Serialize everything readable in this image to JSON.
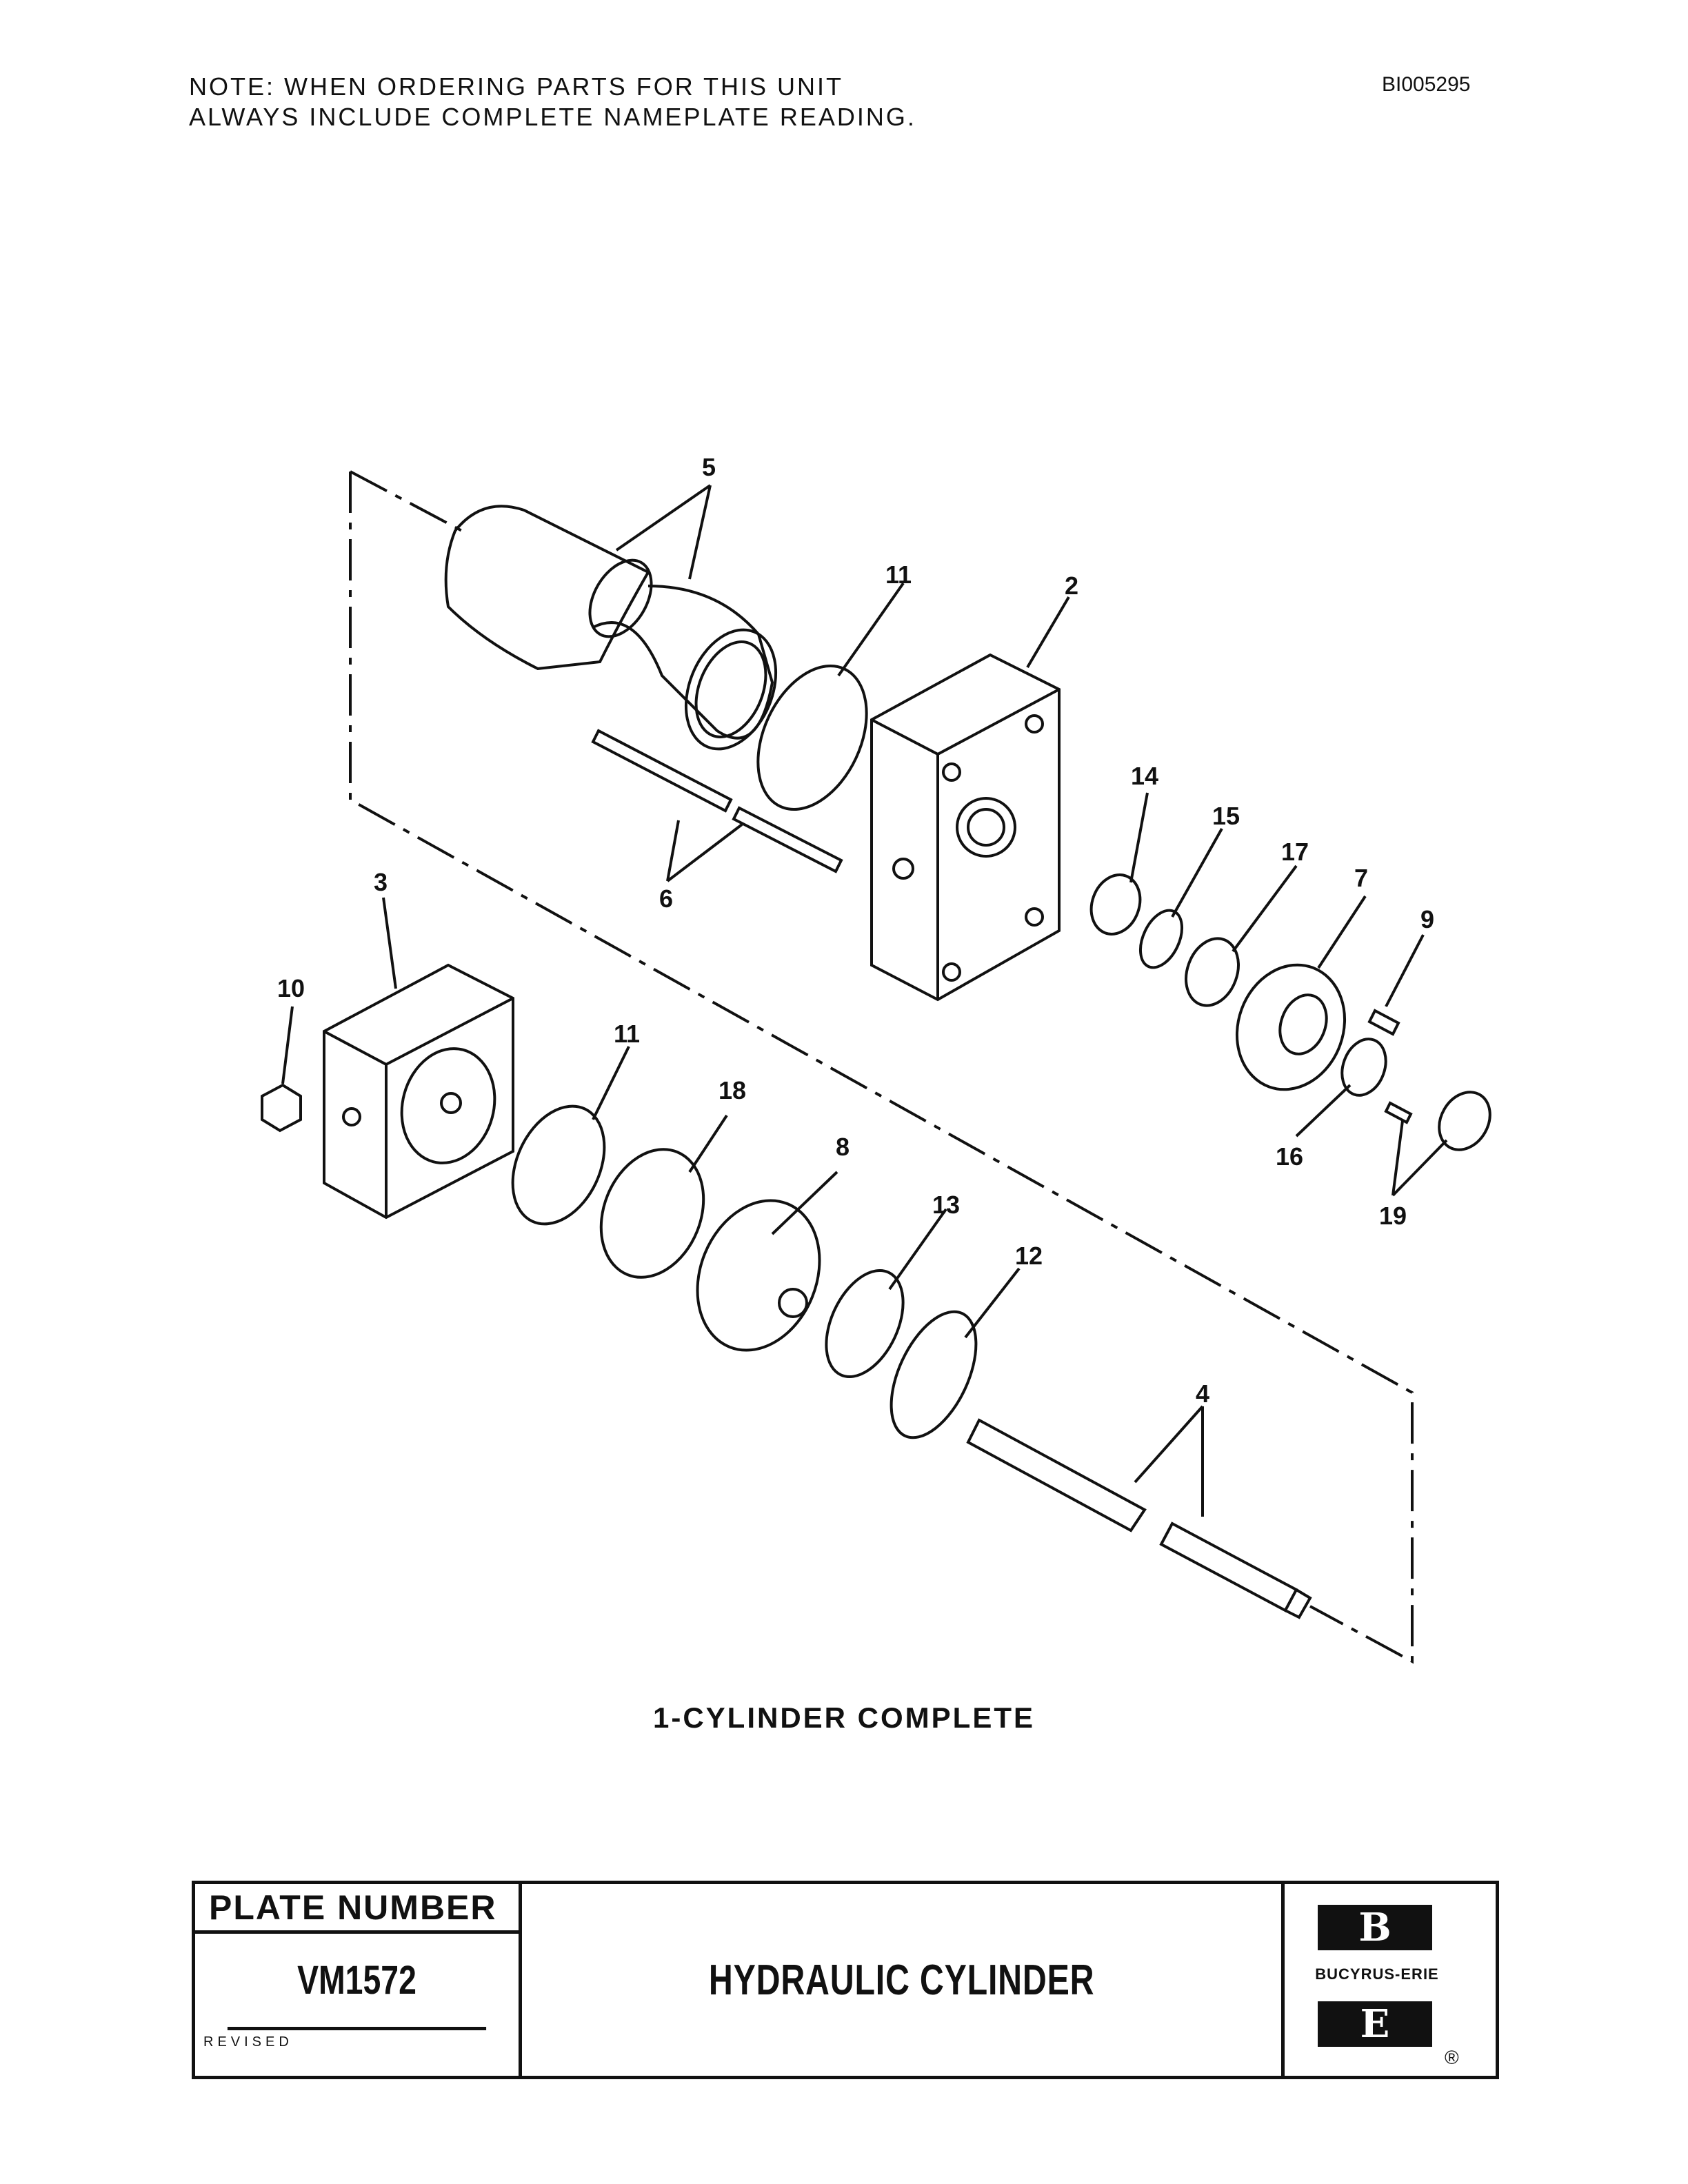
{
  "note": {
    "line1": "NOTE:  WHEN ORDERING PARTS FOR THIS UNIT",
    "line2": "ALWAYS INCLUDE COMPLETE NAMEPLATE READING."
  },
  "doc_id": "BI005295",
  "diagram": {
    "caption": "1-CYLINDER COMPLETE",
    "callouts": [
      {
        "id": "c5",
        "label": "5"
      },
      {
        "id": "c11a",
        "label": "11"
      },
      {
        "id": "c2",
        "label": "2"
      },
      {
        "id": "c14",
        "label": "14"
      },
      {
        "id": "c15",
        "label": "15"
      },
      {
        "id": "c17",
        "label": "17"
      },
      {
        "id": "c7",
        "label": "7"
      },
      {
        "id": "c9",
        "label": "9"
      },
      {
        "id": "c3",
        "label": "3"
      },
      {
        "id": "c6",
        "label": "6"
      },
      {
        "id": "c10",
        "label": "10"
      },
      {
        "id": "c11b",
        "label": "11"
      },
      {
        "id": "c18",
        "label": "18"
      },
      {
        "id": "c8",
        "label": "8"
      },
      {
        "id": "c13",
        "label": "13"
      },
      {
        "id": "c12",
        "label": "12"
      },
      {
        "id": "c16",
        "label": "16"
      },
      {
        "id": "c19",
        "label": "19"
      },
      {
        "id": "c4",
        "label": "4"
      }
    ]
  },
  "title_block": {
    "plate_label": "PLATE NUMBER",
    "plate_number": "VM1572",
    "revised_label": "REVISED",
    "title": "HYDRAULIC CYLINDER",
    "logo_top": "B",
    "logo_name": "BUCYRUS-ERIE",
    "logo_bottom": "E",
    "registered": "®"
  }
}
